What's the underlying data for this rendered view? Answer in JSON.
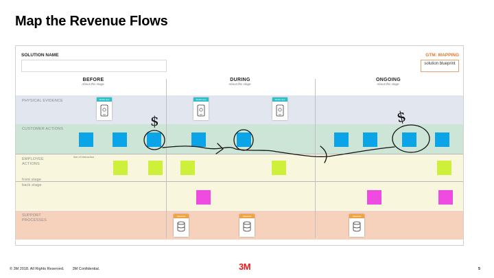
{
  "slide": {
    "title": "Map the Revenue Flows"
  },
  "board": {
    "solution_label": "SOLUTION NAME",
    "gtm_label": "GTM: MAPPING",
    "blueprint_label": "solution blueprint",
    "phases": [
      {
        "name": "BEFORE",
        "about": "About this stage."
      },
      {
        "name": "DURING",
        "about": "About this stage."
      },
      {
        "name": "ONGOING",
        "about": "About this stage."
      }
    ],
    "lanes": {
      "physical": {
        "label": "PHYSICAL EVIDENCE",
        "color": "#e2e6ee"
      },
      "customer": {
        "label": "CUSTOMER ACTIONS",
        "color": "#cde5d6"
      },
      "employee": {
        "label": "EMPLOYEE ACTIONS",
        "color": "#f8f6dc"
      },
      "front_stage": "front stage",
      "back_stage": "back stage",
      "support": {
        "label": "SUPPORT PROCESSES",
        "color": "#f6d2bd"
      }
    },
    "line_of_interaction": "line of interaction",
    "cards": {
      "app": "Mobile App",
      "db": "Database"
    },
    "annotations": {
      "dollar": "$"
    }
  },
  "footer": {
    "copyright": "© 3M 2018. All Rights Reserved.",
    "confidential": "3M Confidential.",
    "logo": "3M",
    "page": "5"
  }
}
